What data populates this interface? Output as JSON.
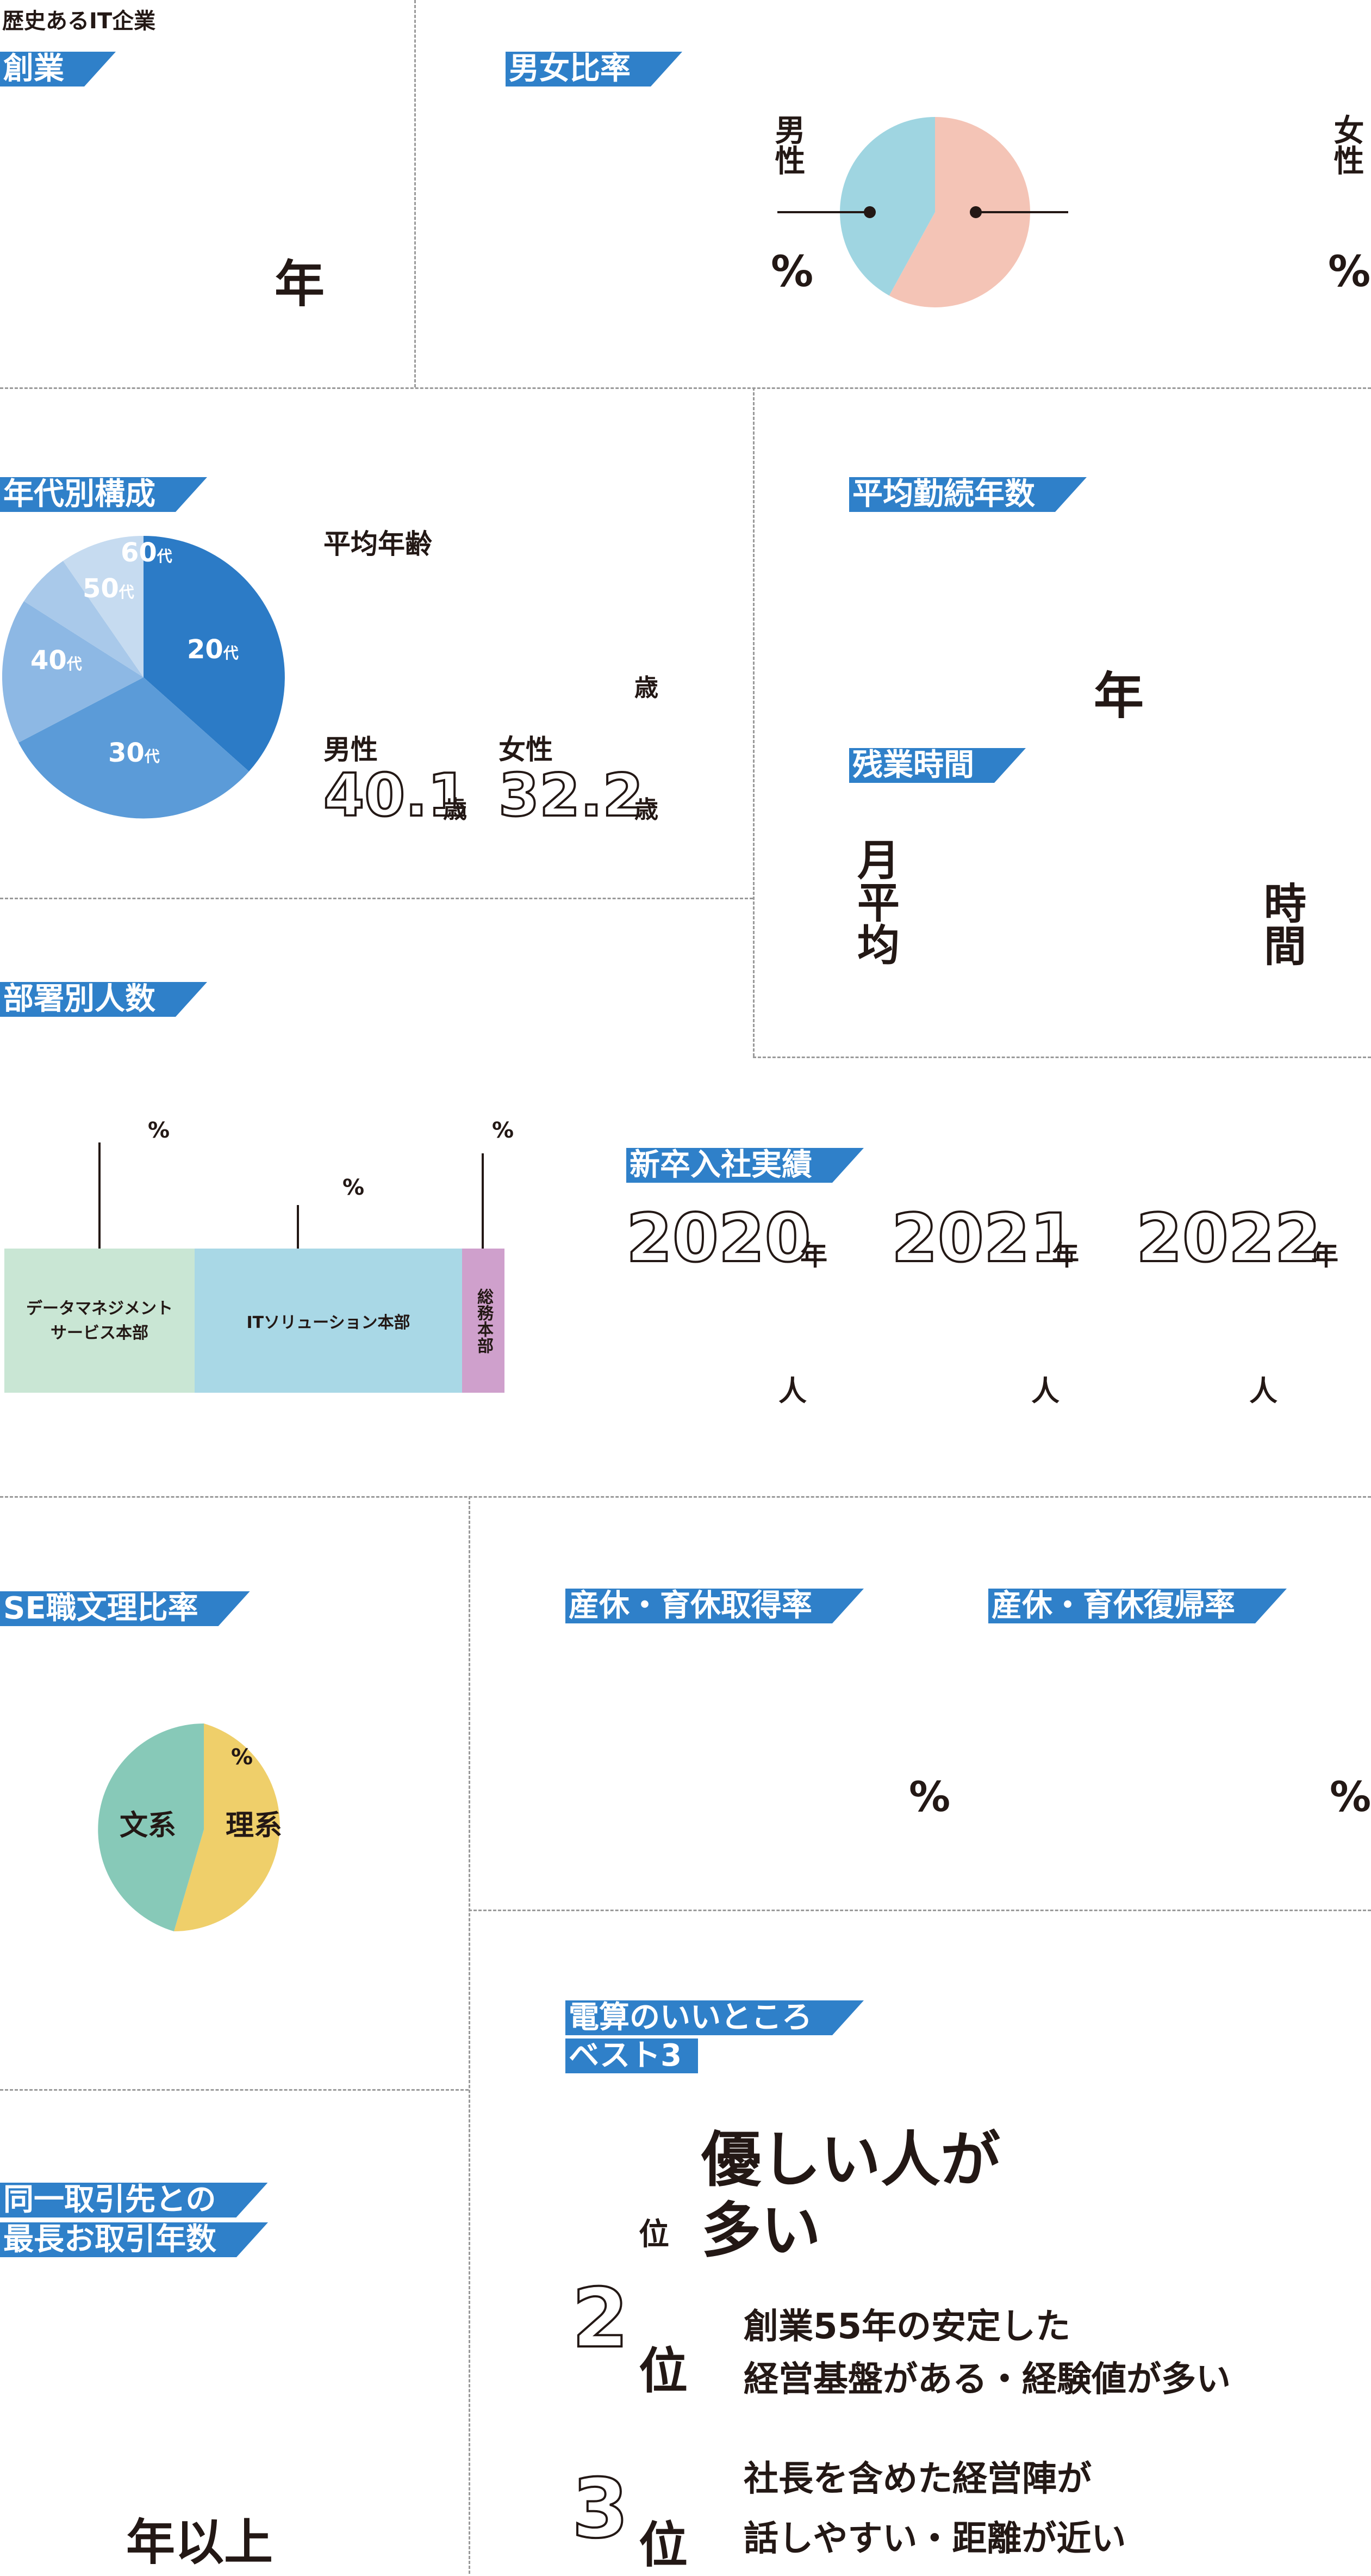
{
  "header": {
    "subtitle": "歴史あるIT企業"
  },
  "founding": {
    "title": "創業",
    "unit": "年"
  },
  "gender_ratio": {
    "title": "男女比率",
    "male_label": "男性",
    "female_label": "女性",
    "percent": "%",
    "colors": {
      "male": "#9fd5e1",
      "female": "#f4c4b6"
    },
    "male_share": 0.42
  },
  "age_composition": {
    "title": "年代別構成",
    "avg_age_label": "平均年齢",
    "age_unit": "歳",
    "male_label": "男性",
    "male_value": "40.1",
    "female_label": "女性",
    "female_value": "32.2",
    "segments": [
      {
        "label": "20",
        "suffix": "代",
        "color": "#2c7bc6"
      },
      {
        "label": "30",
        "suffix": "代",
        "color": "#5b9bd8"
      },
      {
        "label": "40",
        "suffix": "代",
        "color": "#8db8e4"
      },
      {
        "label": "50",
        "suffix": "代",
        "color": "#a9c9ea"
      },
      {
        "label": "60",
        "suffix": "代",
        "color": "#c6dbf0"
      }
    ]
  },
  "tenure": {
    "title": "平均勤続年数",
    "unit": "年"
  },
  "overtime": {
    "title": "残業時間",
    "label": "月平均",
    "unit": "時間"
  },
  "departments": {
    "title": "部署別人数",
    "percent": "%",
    "items": [
      {
        "label": "データマネジメント\nサービス本部",
        "color": "#c9e6d4"
      },
      {
        "label": "ITソリューション本部",
        "color": "#a9d8e6"
      },
      {
        "label": "総務本部",
        "color": "#cfa0cc"
      }
    ]
  },
  "new_grads": {
    "title": "新卒入社実績",
    "year_unit": "年",
    "person_unit": "人",
    "years": [
      "2020",
      "2021",
      "2022"
    ]
  },
  "se_ratio": {
    "title": "SE職文理比率",
    "humanities": "文系",
    "science": "理系",
    "percent": "%",
    "colors": {
      "humanities": "#87c9b8",
      "science": "#efcf6a"
    }
  },
  "leave": {
    "maternity_title": "産休・育休取得率",
    "return_title": "産休・育休復帰率",
    "percent": "%"
  },
  "best3": {
    "title_line1": "電算のいいところ",
    "title_line2": "ベスト3",
    "rank_unit": "位",
    "first_line1": "優しい人が",
    "first_line2": "多い",
    "second_num": "2",
    "second_line1": "創業55年の安定した",
    "second_line2": "経営基盤がある・経験値が多い",
    "third_num": "3",
    "third_line1": "社長を含めた経営陣が",
    "third_line2": "話しやすい・距離が近い"
  },
  "partner": {
    "title_line1": "同一取引先との",
    "title_line2": "最長お取引年数",
    "unit": "年以上"
  }
}
